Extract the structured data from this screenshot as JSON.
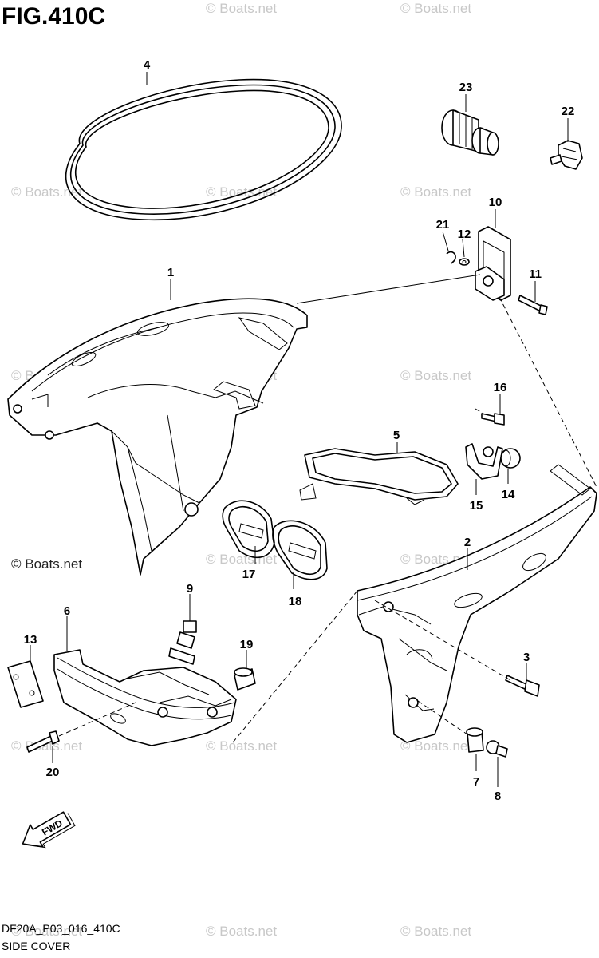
{
  "figure": {
    "title": "FIG.410C"
  },
  "watermark": {
    "text": "© Boats.net",
    "prominent_text": "© Boats.net"
  },
  "callouts": [
    {
      "id": "c1",
      "label": "1"
    },
    {
      "id": "c2",
      "label": "2"
    },
    {
      "id": "c3",
      "label": "3"
    },
    {
      "id": "c4",
      "label": "4"
    },
    {
      "id": "c5",
      "label": "5"
    },
    {
      "id": "c6",
      "label": "6"
    },
    {
      "id": "c7",
      "label": "7"
    },
    {
      "id": "c8",
      "label": "8"
    },
    {
      "id": "c9",
      "label": "9"
    },
    {
      "id": "c10",
      "label": "10"
    },
    {
      "id": "c11",
      "label": "11"
    },
    {
      "id": "c12",
      "label": "12"
    },
    {
      "id": "c13",
      "label": "13"
    },
    {
      "id": "c14",
      "label": "14"
    },
    {
      "id": "c15",
      "label": "15"
    },
    {
      "id": "c16",
      "label": "16"
    },
    {
      "id": "c17",
      "label": "17"
    },
    {
      "id": "c18",
      "label": "18"
    },
    {
      "id": "c19",
      "label": "19"
    },
    {
      "id": "c20",
      "label": "20"
    },
    {
      "id": "c21",
      "label": "21"
    },
    {
      "id": "c22",
      "label": "22"
    },
    {
      "id": "c23",
      "label": "23"
    }
  ],
  "fwd_arrow": {
    "label": "FWD"
  },
  "footer": {
    "diagram_code": "DF20A_P03_016_410C",
    "section_name": "SIDE COVER"
  }
}
